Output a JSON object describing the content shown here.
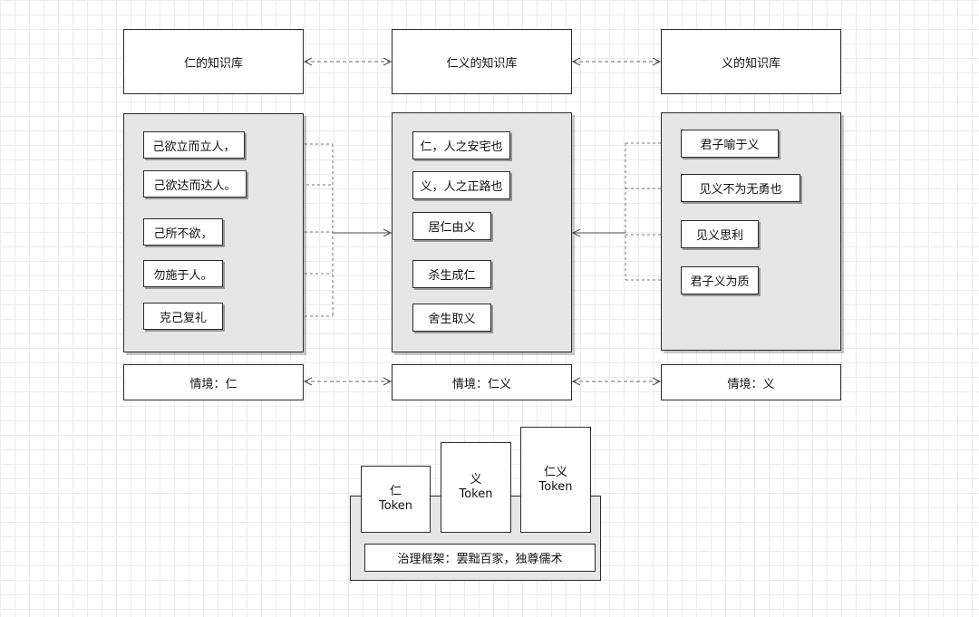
{
  "knowledge_bases": {
    "ren": "仁的知识库",
    "renyi": "仁义的知识库",
    "yi": "义的知识库"
  },
  "ren_items": [
    "己欲立而立人，",
    "己欲达而达人。",
    "己所不欲，",
    "勿施于人。",
    "克己复礼"
  ],
  "renyi_items": [
    "仁，人之安宅也",
    "义，人之正路也",
    "居仁由义",
    "杀生成仁",
    "舍生取义"
  ],
  "yi_items": [
    "君子喻于义",
    "见义不为无勇也",
    "见义思利",
    "君子义为质"
  ],
  "contexts": {
    "ren": "情境：仁",
    "renyi": "情境：仁义",
    "yi": "情境：义"
  },
  "tokens": {
    "ren": {
      "name": "仁",
      "word": "Token"
    },
    "yi": {
      "name": "义",
      "word": "Token"
    },
    "renyi": {
      "name": "仁义",
      "word": "Token"
    }
  },
  "governance": "治理框架：罢黜百家，独尊儒术",
  "colors": {
    "panel_fill": "#e6e6e6",
    "stroke": "#2b2b2b",
    "grid": "#ececec"
  }
}
